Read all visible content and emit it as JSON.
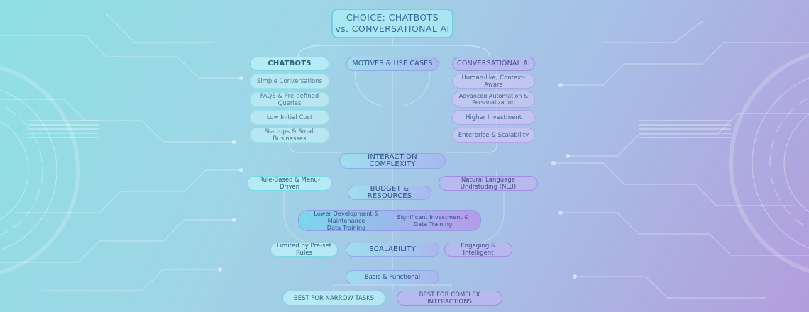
{
  "title": {
    "line1": "CHOICE: CHATBOTS",
    "line2": "vs. CONVERSATIONAL AI"
  },
  "headers": {
    "chatbots": "CHATBOTS",
    "motives": "MOTIVES & USE CASES",
    "conversational_ai": "CONVERSATIONAL AI"
  },
  "chatbots_items": [
    "Simple Conversations",
    "FAQS & Pre-defined Queries",
    "Low Initial Cost",
    "Startups & Small Businesses"
  ],
  "conversational_items": [
    "Human-like, Context-Aware",
    "Advanced Automation &\nPersonalization",
    "Higher Investment",
    "Enterprise & Scalability"
  ],
  "interaction": {
    "label": "INTERACTION COMPLEXITY",
    "left": "Rule-Based & Menu-Driven",
    "right": "Natural Language Undrstuding (NLU)"
  },
  "budget": {
    "label": "BUDGET & RESOURCES",
    "left": "Lower Development & Maintenance\nData Training",
    "right": "Significant Investment &\nData Training"
  },
  "scalability": {
    "label": "SCALABILITY",
    "left": "Limited by Pre-set Rules",
    "right": "Engaging & Intelligent"
  },
  "basic": "Basic & Functional",
  "footer": {
    "left": "BEST FOR NARROW TASKS",
    "right": "BEST FOR COMPLEX INTERACTIONS"
  },
  "colors": {
    "cyan": "#8ee0e3",
    "lavender": "#b29ddd",
    "text": "#2d5f82"
  }
}
